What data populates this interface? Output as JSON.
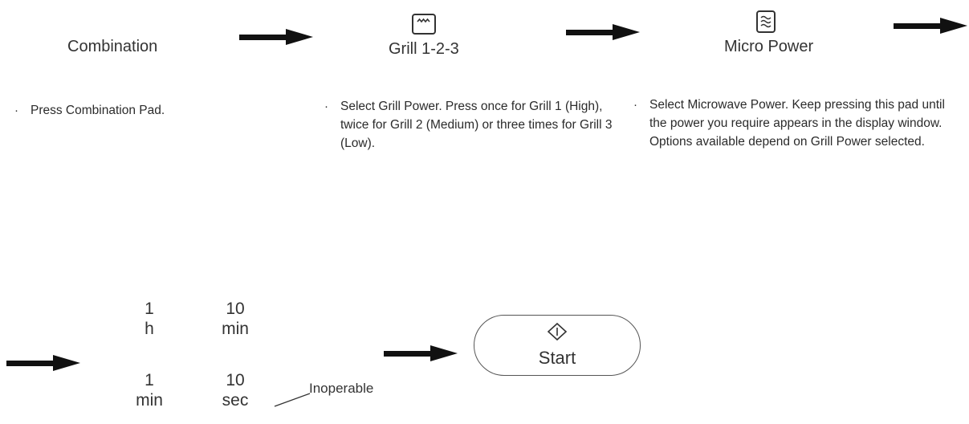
{
  "steps": [
    {
      "pad_label": "Combination",
      "icon": "",
      "instruction": "Press Combination Pad."
    },
    {
      "pad_label": "Grill 1-2-3",
      "icon": "grill-icon",
      "instruction": "Select Grill Power. Press once for Grill 1 (High), twice for Grill 2 (Medium) or three times for Grill 3 (Low)."
    },
    {
      "pad_label": "Micro Power",
      "icon": "microwave-icon",
      "instruction": "Select Microwave Power. Keep pressing this pad until the power you require appears in the display window. Options available depend on Grill Power selected."
    }
  ],
  "time_pads": [
    {
      "value": "1",
      "unit": "h"
    },
    {
      "value": "10",
      "unit": "min"
    },
    {
      "value": "1",
      "unit": "min"
    },
    {
      "value": "10",
      "unit": "sec"
    }
  ],
  "inoperable_label": "Inoperable",
  "start": {
    "label": "Start",
    "icon": "start-diamond-icon"
  },
  "bullet_char": "·"
}
